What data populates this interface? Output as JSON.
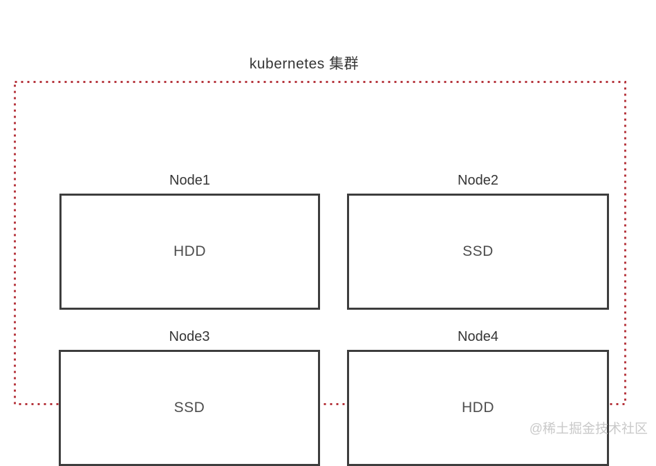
{
  "title": "kubernetes 集群",
  "cluster": {
    "nodes": [
      {
        "name": "Node1",
        "storage": "HDD"
      },
      {
        "name": "Node2",
        "storage": "SSD"
      },
      {
        "name": "Node3",
        "storage": "SSD"
      },
      {
        "name": "Node4",
        "storage": "HDD"
      }
    ]
  },
  "watermark": "@稀土掘金技术社区",
  "colors": {
    "cluster_border": "#b5343c",
    "node_border": "#3d3d3d",
    "label_text": "#353535",
    "storage_text": "#4d4d4d",
    "watermark_text": "#c9c9c9",
    "page_bg": "#ffffff"
  }
}
